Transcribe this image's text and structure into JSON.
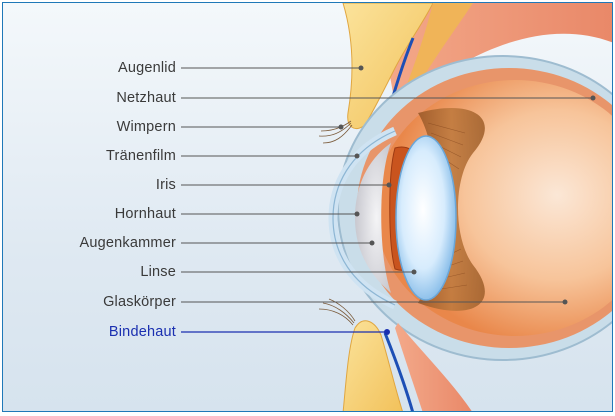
{
  "labels": [
    {
      "text": "Augenlid"
    },
    {
      "text": "Netzhaut"
    },
    {
      "text": "Wimpern"
    },
    {
      "text": "Tränenfilm"
    },
    {
      "text": "Iris"
    },
    {
      "text": "Hornhaut"
    },
    {
      "text": "Augenkammer"
    },
    {
      "text": "Linse"
    },
    {
      "text": "Glaskörper"
    },
    {
      "text": "Bindehaut"
    }
  ],
  "colors": {
    "frame_border": "#1f78b8",
    "label_text": "#3a3a3a",
    "highlight_text": "#1a2fb0",
    "leader_line": "#555555",
    "highlight_line": "#1a2fb0",
    "eyelid": "#f7d27a",
    "sclera": "#c7dbe8",
    "retina": "#f2a060",
    "vitreous": "#f5b27a",
    "lens": "#cfe6fb",
    "iris": "#c9541e"
  }
}
